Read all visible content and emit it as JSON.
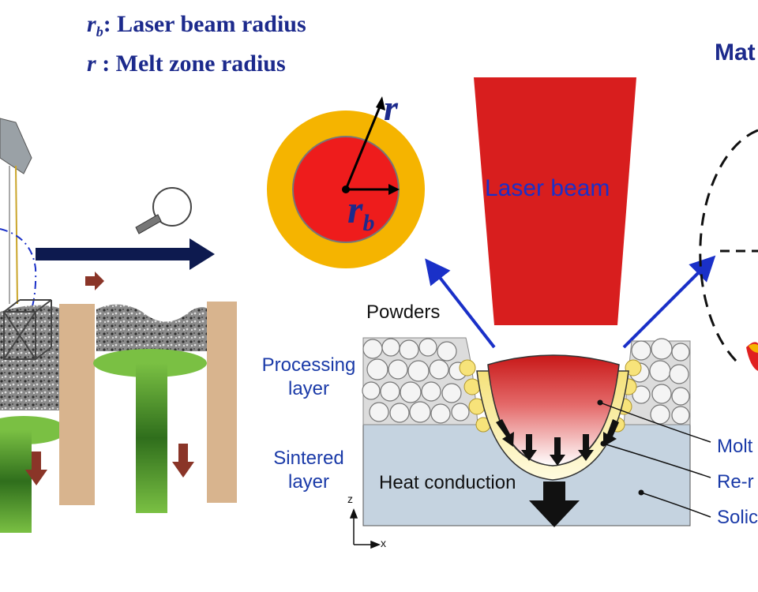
{
  "legend": {
    "rb_symbol": "r",
    "rb_subscript": "b",
    "rb_text": ": Laser beam radius",
    "r_symbol": "r",
    "r_text": " : Melt zone radius"
  },
  "top_right_partial": "Mat",
  "circle": {
    "r_label": "r",
    "rb_label": "r",
    "rb_sub": "b"
  },
  "laser": {
    "label": "Laser beam"
  },
  "powders_label": "Powders",
  "processing_layer_label": [
    "Processing",
    "layer"
  ],
  "sintered_layer_label": [
    "Sintered",
    "layer"
  ],
  "heat_conduction_label": "Heat conduction",
  "axes": {
    "z": "z",
    "x": "x"
  },
  "callouts": [
    "Molt",
    "Re-r",
    "Solic"
  ],
  "colors": {
    "legend_blue": "#1c2a8c",
    "label_blue": "#1a3aa8",
    "laser_red": "#d81e1e",
    "melt_zone_orange": "#f5b400",
    "beam_core_red": "#ee1c1c",
    "sintered_blue": "#c5d3e0",
    "build_plate_green": "#7ac043",
    "wall_tan": "#d8b48e"
  }
}
